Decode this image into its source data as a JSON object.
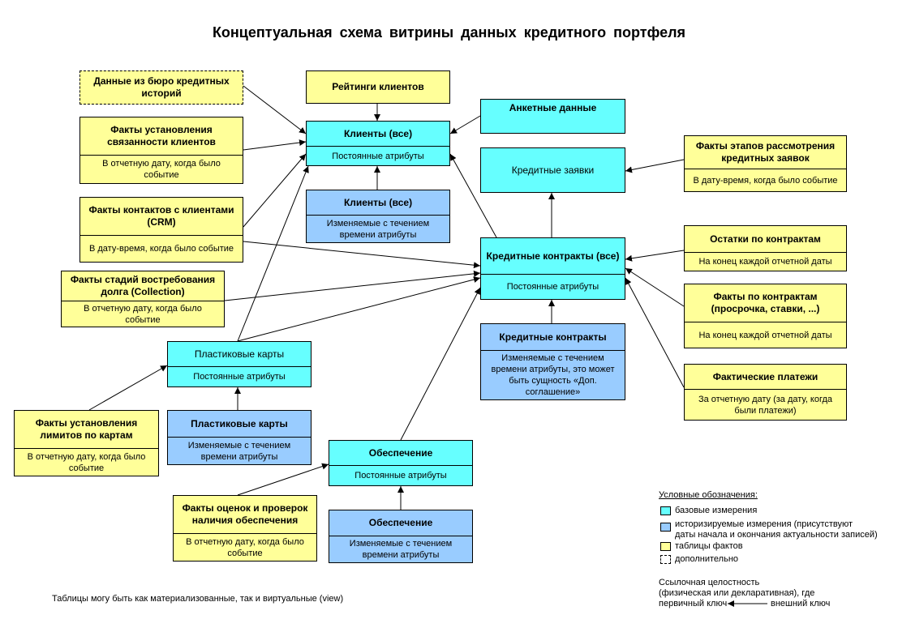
{
  "title": "Концептуальная  схема  витрины  данных  кредитного  портфеля",
  "colors": {
    "base": "#66ffff",
    "historized": "#99ccff",
    "fact": "#ffff99",
    "line": "#000000"
  },
  "boxes": {
    "bureau": {
      "header": "Данные из бюро кредитных историй"
    },
    "ratings": {
      "header": "Рейтинги клиентов"
    },
    "clients": {
      "header": "Клиенты (все)",
      "sub": "Постоянные атрибуты"
    },
    "clients_hist": {
      "header": "Клиенты (все)",
      "sub": "Изменяемые с течением времени атрибуты"
    },
    "questionnaire": {
      "header": "Анкетные данные"
    },
    "applications": {
      "header": "Кредитные заявки"
    },
    "app_stages": {
      "header": "Факты этапов рассмотрения кредитных заявок",
      "sub": "В дату-время, когда было событие"
    },
    "related": {
      "header": "Факты установления связанности клиентов",
      "sub": "В отчетную дату, когда было событие"
    },
    "crm": {
      "header": "Факты контактов с клиентами (CRM)",
      "sub": "В дату-время, когда было событие"
    },
    "collection": {
      "header": "Факты стадий востребования долга (Collection)",
      "sub": "В отчетную дату, когда было событие"
    },
    "contracts": {
      "header": "Кредитные контракты (все)",
      "sub": "Постоянные атрибуты"
    },
    "contracts_hist": {
      "header": "Кредитные контракты",
      "sub": "Изменяемые с течением времени атрибуты, это может быть сущность «Доп. соглашение»"
    },
    "balances": {
      "header": "Остатки по контрактам",
      "sub": "На конец каждой отчетной даты"
    },
    "contract_facts": {
      "header": "Факты по контрактам (просрочка, ставки, ...)",
      "sub": "На конец каждой отчетной даты"
    },
    "payments": {
      "header": "Фактические платежи",
      "sub": "За отчетную дату  (за дату, когда были платежи)"
    },
    "cards": {
      "header": "Пластиковые карты",
      "sub": "Постоянные атрибуты"
    },
    "cards_hist": {
      "header": "Пластиковые карты",
      "sub": "Изменяемые с течением времени атрибуты"
    },
    "card_limits": {
      "header": "Факты установления лимитов по картам",
      "sub": "В отчетную дату, когда было событие"
    },
    "collateral": {
      "header": "Обеспечение",
      "sub": "Постоянные атрибуты"
    },
    "collateral_hist": {
      "header": "Обеспечение",
      "sub": "Изменяемые с течением времени атрибуты"
    },
    "collateral_eval": {
      "header": "Факты оценок и проверок наличия обеспечения",
      "sub": "В отчетную дату, когда было событие"
    }
  },
  "legend": {
    "title": "Условные обозначения:",
    "base": "базовые измерения",
    "historized_1": "историзируемые измерения (присутствуют",
    "historized_2": "даты начала и окончания актуальности записей)",
    "facts": "таблицы фактов",
    "optional": "дополнительно",
    "ref_1": "Ссылочная целостность",
    "ref_2": "(физическая или декларативная), где",
    "primary_key": "первичный ключ",
    "foreign_key": "внешний ключ"
  },
  "footnote": "Таблицы могу быть как материализованные, так и виртуальные (view)"
}
